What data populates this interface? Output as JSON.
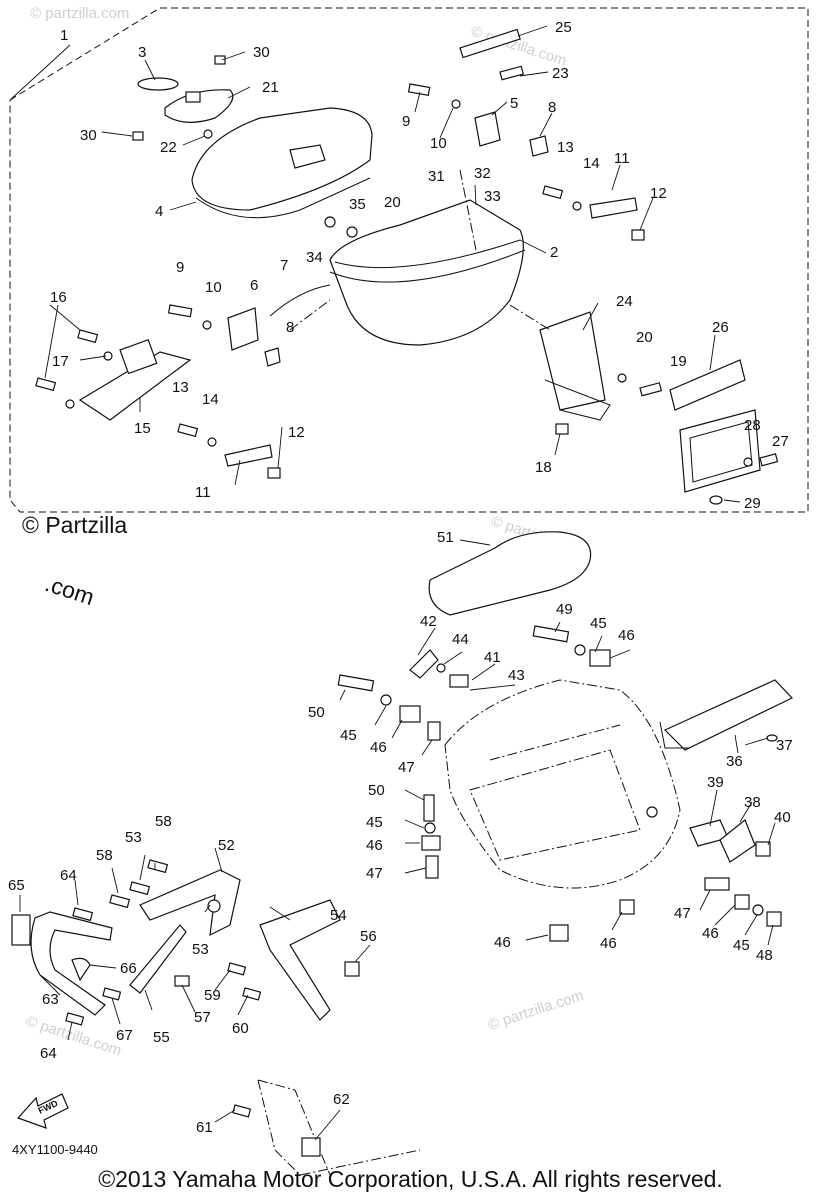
{
  "diagram": {
    "catalog_code": "4XY1100-9440",
    "copyright": "©2013 Yamaha Motor Corporation, U.S.A. All rights reserved.",
    "brand_watermark_1": "© Partzilla",
    "brand_watermark_2": ".com",
    "watermark_small": "© partzilla.com",
    "fwd_label": "FWD",
    "callouts": [
      "1",
      "2",
      "3",
      "4",
      "5",
      "6",
      "7",
      "8",
      "8",
      "9",
      "9",
      "10",
      "10",
      "11",
      "11",
      "12",
      "12",
      "13",
      "13",
      "14",
      "14",
      "15",
      "16",
      "17",
      "18",
      "19",
      "20",
      "20",
      "21",
      "22",
      "23",
      "24",
      "25",
      "26",
      "27",
      "28",
      "29",
      "30",
      "30",
      "31",
      "32",
      "33",
      "34",
      "35",
      "36",
      "37",
      "38",
      "39",
      "40",
      "41",
      "42",
      "43",
      "44",
      "45",
      "45",
      "45",
      "45",
      "46",
      "46",
      "46",
      "46",
      "46",
      "46",
      "47",
      "47",
      "47",
      "48",
      "49",
      "50",
      "50",
      "51",
      "52",
      "53",
      "53",
      "54",
      "55",
      "56",
      "57",
      "58",
      "58",
      "59",
      "60",
      "61",
      "62",
      "63",
      "64",
      "64",
      "65",
      "66",
      "67"
    ]
  }
}
